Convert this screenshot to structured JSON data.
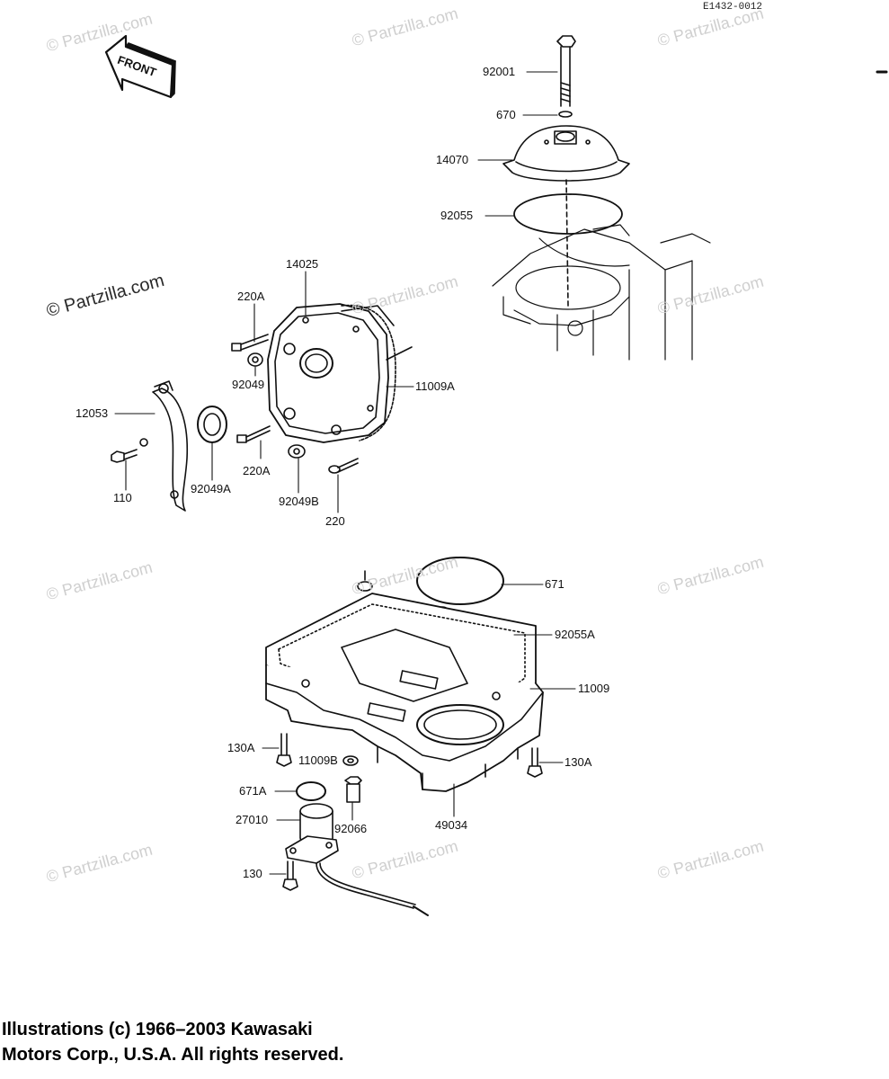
{
  "diagram_code": "E1432-0012",
  "front_arrow_text": "FRONT",
  "watermark_text": "© Partzilla.com",
  "copyright": {
    "line1": "Illustrations (c) 1966–2003 Kawasaki",
    "line2": "Motors Corp., U.S.A.  All rights reserved."
  },
  "part_labels": {
    "p92001": "92001",
    "p670": "670",
    "p14070": "14070",
    "p92055": "92055",
    "p14025": "14025",
    "p220A_top": "220A",
    "p92049": "92049",
    "p11009A": "11009A",
    "p12053": "12053",
    "p110": "110",
    "p92049A": "92049A",
    "p220A_bottom": "220A",
    "p92049B": "92049B",
    "p220": "220",
    "p671": "671",
    "p92055A": "92055A",
    "p11009": "11009",
    "p130A_left": "130A",
    "p11009B": "11009B",
    "p130A_right": "130A",
    "p671A": "671A",
    "p92066": "92066",
    "p49034": "49034",
    "p27010": "27010",
    "p130": "130"
  }
}
